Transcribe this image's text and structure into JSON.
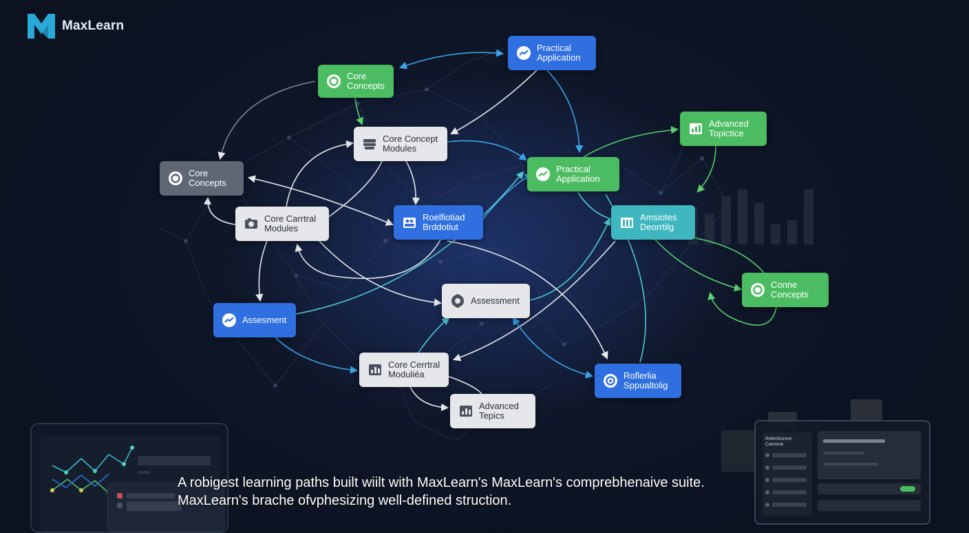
{
  "brand": {
    "name": "MaxLearn",
    "accent": "#2aa9d8"
  },
  "colors": {
    "green": "#4cbc62",
    "blue": "#2f6fe0",
    "teal": "#3fb7c0",
    "white": "#e5e7ea",
    "slate": "#5f6775"
  },
  "nodes": [
    {
      "id": "n1",
      "label": "Core\nConcepts",
      "color": "green",
      "icon": "refresh-circle-icon"
    },
    {
      "id": "n2",
      "label": "Practical\nApplication",
      "color": "blue",
      "icon": "trend-chart-icon"
    },
    {
      "id": "n3",
      "label": "Core Concept\nModules",
      "color": "white",
      "icon": "stack-icon"
    },
    {
      "id": "n4",
      "label": "Advanced\nTopictice",
      "color": "green",
      "icon": "chart-bars-icon"
    },
    {
      "id": "n5",
      "label": "Core\nConcepts",
      "color": "slate",
      "icon": "refresh-circle-icon"
    },
    {
      "id": "n6",
      "label": "Practical\nApplication",
      "color": "green",
      "icon": "trend-chart-icon"
    },
    {
      "id": "n7",
      "label": "Core Carrtral\nModules",
      "color": "white",
      "icon": "camera-icon"
    },
    {
      "id": "n8",
      "label": "Roelfiotiad\nBrddotiut",
      "color": "blue",
      "icon": "people-icon"
    },
    {
      "id": "n9",
      "label": "Amsiotes\nDeorrtilg",
      "color": "teal",
      "icon": "columns-icon"
    },
    {
      "id": "n10",
      "label": "Conne\nConcepts",
      "color": "green",
      "icon": "refresh-circle-icon"
    },
    {
      "id": "n11",
      "label": "Assessment",
      "color": "white",
      "icon": "gear-icon"
    },
    {
      "id": "n12",
      "label": "Assesment",
      "color": "blue",
      "icon": "trend-chart-icon"
    },
    {
      "id": "n13",
      "label": "Core Cerrtral\nModuliéa",
      "color": "white",
      "icon": "chart-bars-icon"
    },
    {
      "id": "n14",
      "label": "Roflerlia\nSppualtolig",
      "color": "blue",
      "icon": "target-icon"
    },
    {
      "id": "n15",
      "label": "Advanced\nTepics",
      "color": "white",
      "icon": "chart-bars-icon"
    }
  ],
  "caption": {
    "line1": "A robigest learning paths built wiilt with MaxLearn's MaxLearn's comprebhenaive suite.",
    "line2": "MaxLearn's brache ofvphesizing well-defined struction."
  },
  "dashboard": {
    "list_title": "Rolenlosnce\nCamsna"
  }
}
